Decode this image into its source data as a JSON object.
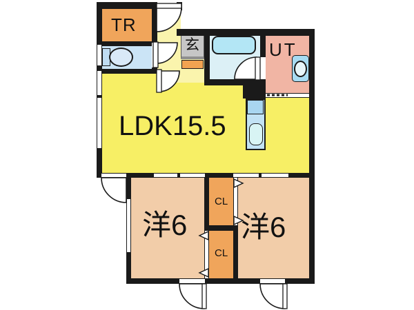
{
  "floorplan": {
    "labels": {
      "tr": "TR",
      "genkan": "玄",
      "ut": "UT",
      "ldk": "LDK15.5",
      "bedroom_left": "洋6",
      "bedroom_right": "洋6",
      "closet_upper": "CL",
      "closet_lower": "CL"
    },
    "colors": {
      "wall": "#1a1a1a",
      "ldk": "#F7EF65",
      "hall": "#FAF4AD",
      "bedroom": "#F2CDA9",
      "closet": "#F0A55B",
      "tr": "#F0A55B",
      "shoebox": "#F2A351",
      "ut": "#F1B5A4",
      "bath": "#DCF0F6",
      "tub": "#B3E6F5",
      "toilet-room": "#CBE4F6",
      "tank": "#BFDCF2",
      "bowl": "#D9E9F8",
      "fixture": "#A7DBF2",
      "counter": "#C2E2F4",
      "counter-top": "#A9D6F0",
      "sink": "#D8F4F4",
      "basin": "#E8F6FA",
      "genkan": "#C6C6C6",
      "genkan-edge": "#8F8F8F"
    }
  }
}
